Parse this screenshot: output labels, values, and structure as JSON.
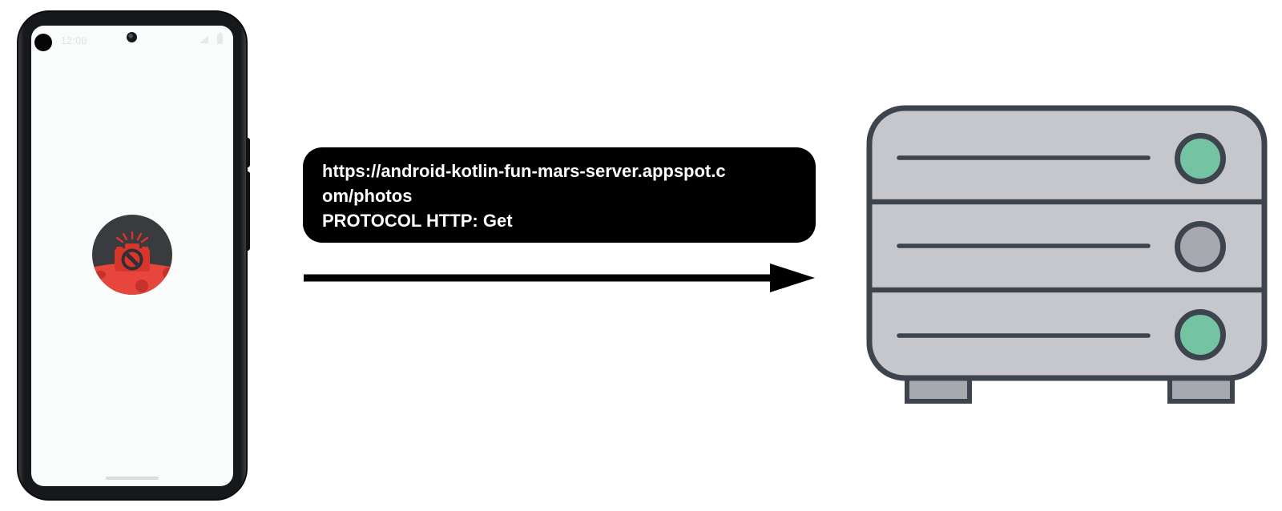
{
  "colors": {
    "bubble_bg": "#000000",
    "bubble_text": "#ffffff",
    "arrow": "#000000",
    "server_body": "#c6c7cc",
    "server_outline": "#3d444e",
    "server_foot": "#a7a9b1",
    "led_green": "#74c3a3",
    "led_gray": "#a8a9b0"
  },
  "phone": {
    "status_bar": {
      "time": "12:00"
    },
    "app_icon": {
      "name": "mars-photos-app-icon",
      "bg_color": "#3a3b3e",
      "planet_color": "#e8453c",
      "crater_color": "#c4332b",
      "camera_color": "#d8352c",
      "lens_color": "#2f3036"
    }
  },
  "request_bubble": {
    "lines": [
      "https://android-kotlin-fun-mars-server.appspot.c",
      "om/photos",
      "PROTOCOL HTTP: Get"
    ]
  },
  "server": {
    "bays": [
      {
        "led_color": "#74c3a3"
      },
      {
        "led_color": "#a8a9b0"
      },
      {
        "led_color": "#74c3a3"
      }
    ]
  }
}
